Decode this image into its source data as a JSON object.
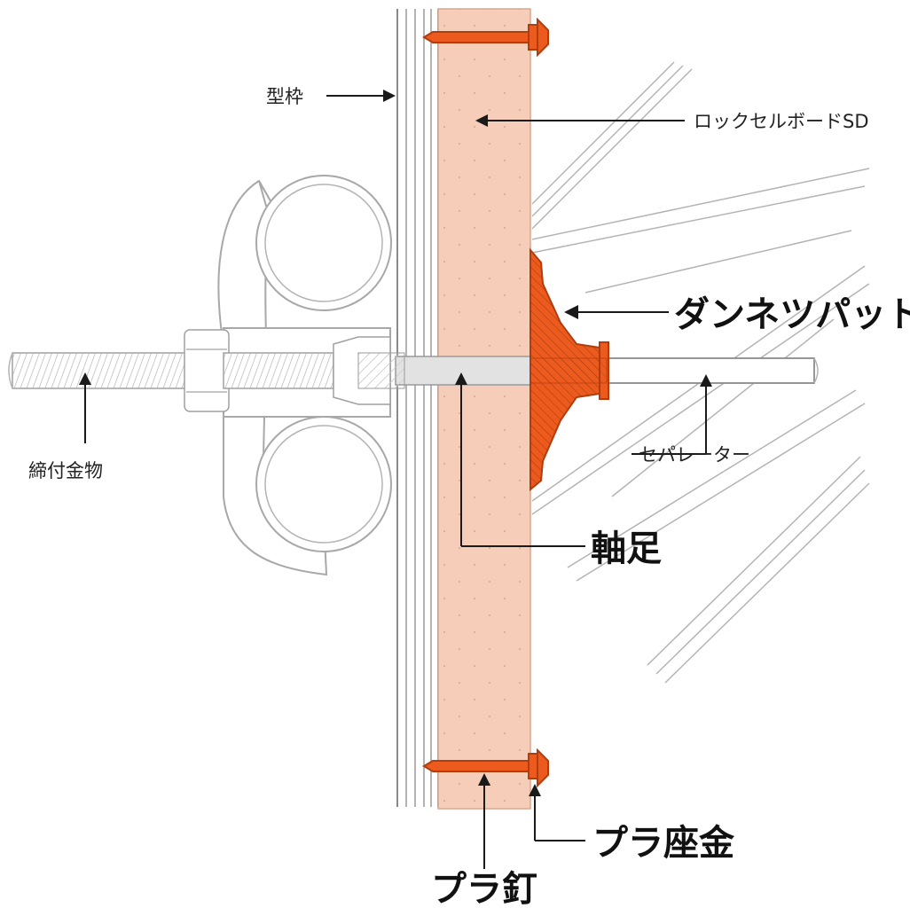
{
  "labels": {
    "formwork": "型枠",
    "board": "ロックセルボードSD",
    "pad": "ダンネツパット",
    "separator": "セパレーター",
    "fastener": "締付金物",
    "shaft": "軸足",
    "washer": "プラ座金",
    "nail": "プラ釘"
  },
  "colors": {
    "board": "#f5cdb8",
    "parts": "#ec5a1e",
    "outline": "#a8a8a8",
    "text": "#222222"
  }
}
